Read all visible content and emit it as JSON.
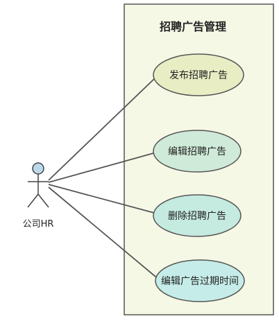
{
  "diagram": {
    "type": "use-case",
    "system": {
      "title": "招聘广告管理",
      "fill_color": "#f6f8e6",
      "border_color": "#555555"
    },
    "actor": {
      "label": "公司HR",
      "head_fill": "#bcd9ec"
    },
    "use_cases": [
      {
        "label": "发布招聘广告",
        "fill": "#e8edc4"
      },
      {
        "label": "编辑招聘广告",
        "fill": "#cfead8"
      },
      {
        "label": "删除招聘广告",
        "fill": "#c5eae0"
      },
      {
        "label": "编辑广告过期时间",
        "fill": "#c5ece8"
      }
    ],
    "associations": [
      {
        "from": "公司HR",
        "to": "发布招聘广告"
      },
      {
        "from": "公司HR",
        "to": "编辑招聘广告"
      },
      {
        "from": "公司HR",
        "to": "删除招聘广告"
      },
      {
        "from": "公司HR",
        "to": "编辑广告过期时间"
      }
    ]
  }
}
